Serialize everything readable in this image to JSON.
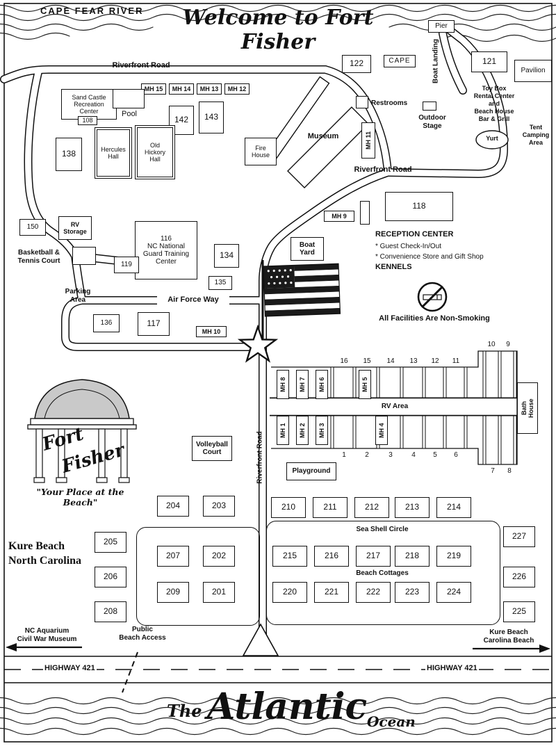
{
  "labels": {
    "cape_fear": "CAPE FEAR RIVER",
    "title": "Welcome to Fort Fisher",
    "boat_landing": "Boat Landing",
    "toy_box": "Toy Box\nRental Center\nand\nBeach House\nBar & Grill",
    "yurt": "Yurt",
    "tent": "Tent\nCamping\nArea",
    "restrooms": "Restrooms",
    "outdoor_stage": "Outdoor\nStage",
    "museum": "Museum",
    "riverfront": "Riverfront Road",
    "pool": "Pool",
    "reception_title": "RECEPTION CENTER",
    "reception_lines": "* Guest Check-In/Out\n* Convenience Store and Gift Shop",
    "kennels": "KENNELS",
    "basketball": "Basketball &\nTennis Court",
    "air_force": "Air Force Way",
    "parking": "Parking\nArea",
    "non_smoking": "All Facilities Are Non-Smoking",
    "sea_shell": "Sea Shell Circle",
    "beach_cottages": "Beach Cottages",
    "kure_nc": "Kure Beach\nNorth Carolina",
    "nc_aquarium": "NC Aquarium\nCivil War Museum",
    "public_beach": "Public\nBeach Access",
    "kure_carolina": "Kure Beach\nCarolina Beach",
    "highway": "HIGHWAY 421",
    "ocean_the": "The",
    "ocean_name": "Atlantic",
    "ocean_word": "Ocean",
    "logo_fort": "Fort",
    "logo_fisher": "Fisher",
    "tagline": "\"Your Place at the Beach\""
  },
  "buildings": {
    "pier": "Pier",
    "cape": "CAPE",
    "n122": "122",
    "n121": "121",
    "pavilion": "Pavilion",
    "n142": "142",
    "n143": "143",
    "n138": "138",
    "hercules": "Hercules\nHall",
    "hickory": "Old\nHickory\nHall",
    "fire": "Fire\nHouse",
    "sand": "Sand Castle\nRecreation\nCenter",
    "sand_num": "108",
    "n118": "118",
    "n150": "150",
    "rv_storage": "RV\nStorage",
    "n116": "116\nNC National\nGuard Training\nCenter",
    "n119": "119",
    "n134": "134",
    "n135": "135",
    "boat_yard": "Boat\nYard",
    "n136": "136",
    "n117": "117",
    "volleyball": "Volleyball\nCourt",
    "playground": "Playground",
    "bath": "Bath\nHouse"
  },
  "mh": {
    "top_row": [
      "MH 15",
      "MH 14",
      "MH 13",
      "MH 12"
    ],
    "m11": "MH 11",
    "m9": "MH 9",
    "m10": "MH 10",
    "upper": [
      "MH 8",
      "MH 7",
      "MH 6",
      "MH 5"
    ],
    "lower": [
      "MH 1",
      "MH 2",
      "MH 3",
      "MH 4"
    ]
  },
  "rv": {
    "label": "RV Area",
    "top_nums": [
      "16",
      "15",
      "14",
      "13",
      "12",
      "11"
    ],
    "right_top": [
      "10",
      "9"
    ],
    "bottom_nums": [
      "1",
      "2",
      "3",
      "4",
      "5",
      "6"
    ],
    "right_bottom": [
      "7",
      "8"
    ]
  },
  "sites": {
    "top_pair": [
      "204",
      "203"
    ],
    "row210": [
      "210",
      "211",
      "212",
      "213",
      "214"
    ],
    "row215": [
      "215",
      "216",
      "217",
      "218",
      "219"
    ],
    "row220": [
      "220",
      "221",
      "222",
      "223",
      "224"
    ],
    "inner": [
      "207",
      "202",
      "209",
      "201"
    ],
    "left_col": [
      "205",
      "206",
      "208"
    ],
    "right_col": [
      "227",
      "226",
      "225"
    ]
  }
}
